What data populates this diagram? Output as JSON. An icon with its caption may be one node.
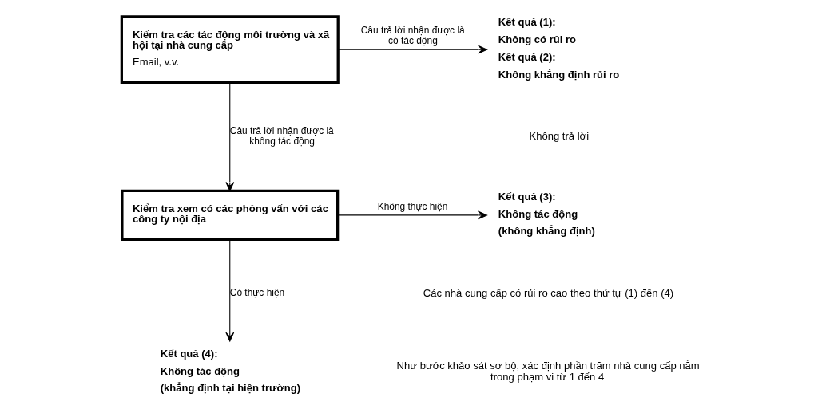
{
  "diagram": {
    "nodes": [
      {
        "text": [
          "Kiểm tra các tác động môi trường và xã hội tại nhà cung cấp",
          "Email, v.v."
        ]
      },
      {
        "text": [
          "Kết quả (1):",
          "Không có rủi ro",
          "Kết quả (2):",
          "Không khẳng định rủi ro"
        ]
      },
      {
        "text": [
          "Kiểm tra xem có các phỏng vấn với các công ty nội địa"
        ]
      },
      {
        "text": [
          "Kết quả (3):",
          "Không tác động",
          "(không khẳng định)"
        ]
      },
      {
        "text": [
          "Kết quả (4):",
          "Không tác động",
          "(khẳng định tại hiện trường)"
        ]
      }
    ],
    "edges": [
      {
        "from": 0,
        "to": 1,
        "arrow": "to",
        "label": "Câu trả lời nhận được là có tác động"
      },
      {
        "from": 0,
        "to": 2,
        "arrow": "to",
        "label": "Câu trả lời nhận được là không tác động"
      },
      {
        "from": 2,
        "to": 3,
        "arrow": "to",
        "label": "Không thực hiện"
      },
      {
        "from": 2,
        "to": 4,
        "arrow": "to",
        "label": "Có thực hiện"
      }
    ],
    "labels": [
      "Không trả lời",
      "Các nhà cung cấp có rủi ro cao theo thứ tự (1) đến (4)",
      "Như bước khảo sát sơ bộ, xác định phần trăm nhà cung cấp nằm trong phạm vi từ 1 đến 4"
    ]
  }
}
